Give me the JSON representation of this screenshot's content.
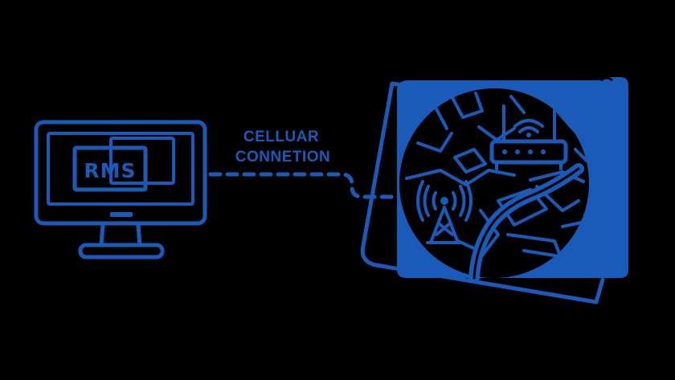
{
  "colors": {
    "background": "#000000",
    "accent": "#1a5ab8"
  },
  "computer": {
    "screen_label": "RMS",
    "icon": "desktop-monitor-icon"
  },
  "connection": {
    "label_line1": "CELLUAR",
    "label_line2": "CONNETION",
    "style": "dashed"
  },
  "map": {
    "icon": "city-map-icon",
    "items": [
      {
        "icon": "wifi-router-icon"
      },
      {
        "icon": "cell-tower-icon"
      }
    ]
  }
}
